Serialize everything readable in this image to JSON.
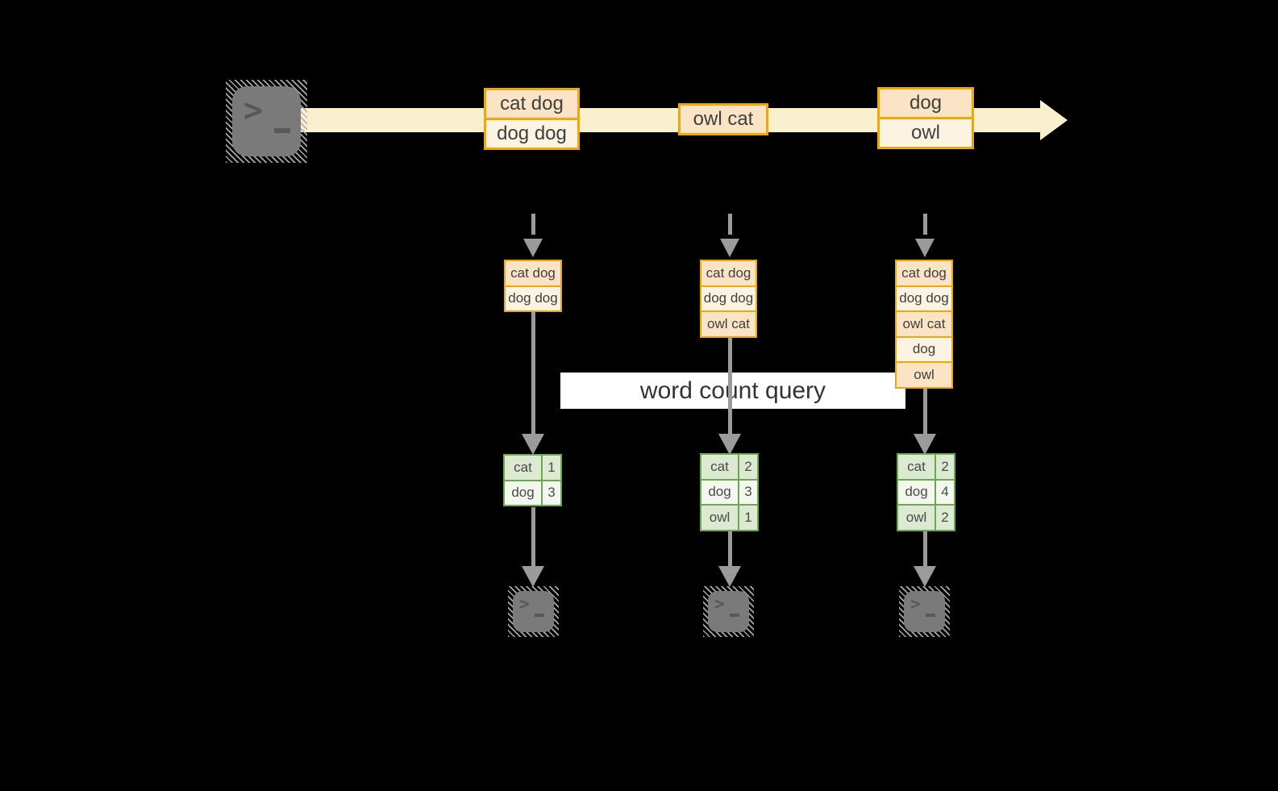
{
  "diagram": {
    "query_label": "word count query",
    "stream": {
      "source_icon": "terminal-icon",
      "batches": [
        {
          "rows": [
            "cat dog",
            "dog dog"
          ]
        },
        {
          "rows": [
            "owl cat"
          ]
        },
        {
          "rows": [
            "dog",
            "owl"
          ]
        }
      ]
    },
    "columns": [
      {
        "events": [
          "cat dog",
          "dog dog"
        ],
        "counts": [
          {
            "word": "cat",
            "count": "1"
          },
          {
            "word": "dog",
            "count": "3"
          }
        ]
      },
      {
        "events": [
          "cat dog",
          "dog dog",
          "owl cat"
        ],
        "counts": [
          {
            "word": "cat",
            "count": "2"
          },
          {
            "word": "dog",
            "count": "3"
          },
          {
            "word": "owl",
            "count": "1"
          }
        ]
      },
      {
        "events": [
          "cat dog",
          "dog dog",
          "owl cat",
          "dog",
          "owl"
        ],
        "counts": [
          {
            "word": "cat",
            "count": "2"
          },
          {
            "word": "dog",
            "count": "4"
          },
          {
            "word": "owl",
            "count": "2"
          }
        ]
      }
    ],
    "sink_icons": [
      "terminal-icon",
      "terminal-icon",
      "terminal-icon"
    ],
    "colors": {
      "background": "#000000",
      "stream_band": "#faf0ce",
      "event_stroke": "#f0a70a",
      "event_fill_dark": "#fbe3c5",
      "event_fill_light": "#fdf3e3",
      "table_stroke": "#6ba84f",
      "table_fill_dark": "#dcead1",
      "table_fill_light": "#f3f8ee",
      "arrow_gray": "#9b9b9b",
      "query_bar": "#ffffff"
    }
  }
}
